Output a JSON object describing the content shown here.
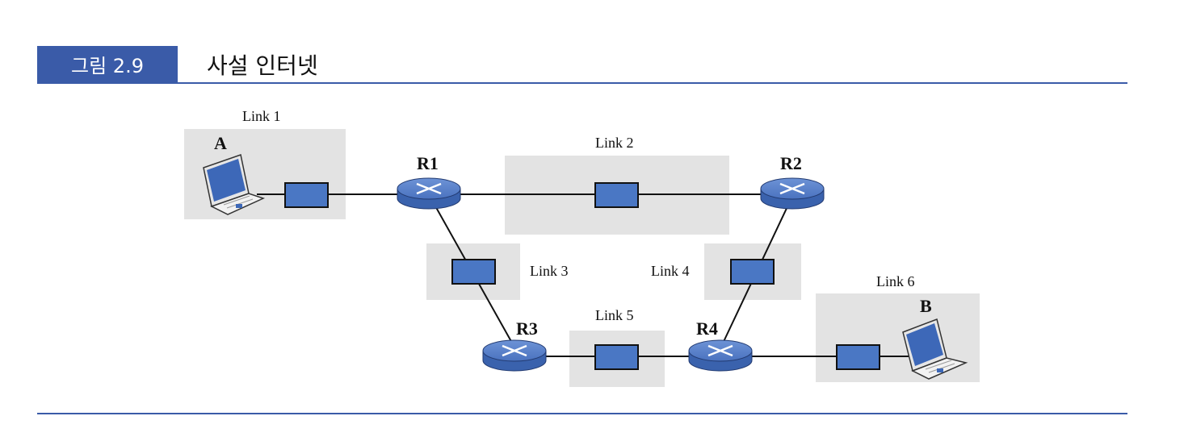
{
  "figure": {
    "number": "그림 2.9",
    "title": "사설 인터넷"
  },
  "colors": {
    "accent": "#3a5ba8",
    "router": "#4a72bf",
    "switch": "#4a77c4",
    "link_area": "#e2e2e2"
  },
  "hosts": {
    "a": "A",
    "b": "B"
  },
  "routers": {
    "r1": "R1",
    "r2": "R2",
    "r3": "R3",
    "r4": "R4"
  },
  "links": {
    "link1": "Link 1",
    "link2": "Link 2",
    "link3": "Link 3",
    "link4": "Link 4",
    "link5": "Link 5",
    "link6": "Link 6"
  }
}
